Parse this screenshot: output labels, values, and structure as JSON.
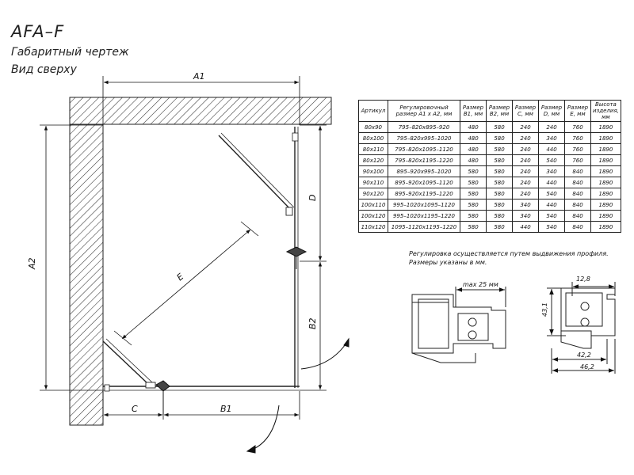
{
  "header": {
    "model": "AFA–F",
    "subtitle1": "Габаритный чертеж",
    "subtitle2": "Вид сверху"
  },
  "dimensions": {
    "a1": "A1",
    "a2": "A2",
    "b1": "B1",
    "b2": "B2",
    "c": "C",
    "d": "D",
    "e": "E"
  },
  "table": {
    "headers": [
      "Артикул",
      "Регулировочный размер A1 x A2, мм",
      "Размер B1, мм",
      "Размер B2, мм",
      "Размер C, мм",
      "Размер D, мм",
      "Размер E, мм",
      "Высота изделия, мм"
    ],
    "rows": [
      [
        "80x90",
        "795–820x895–920",
        "480",
        "580",
        "240",
        "240",
        "760",
        "1890"
      ],
      [
        "80x100",
        "795–820x995–1020",
        "480",
        "580",
        "240",
        "340",
        "760",
        "1890"
      ],
      [
        "80x110",
        "795–820x1095–1120",
        "480",
        "580",
        "240",
        "440",
        "760",
        "1890"
      ],
      [
        "80x120",
        "795–820x1195–1220",
        "480",
        "580",
        "240",
        "540",
        "760",
        "1890"
      ],
      [
        "90x100",
        "895–920x995–1020",
        "580",
        "580",
        "240",
        "340",
        "840",
        "1890"
      ],
      [
        "90x110",
        "895–920x1095–1120",
        "580",
        "580",
        "240",
        "440",
        "840",
        "1890"
      ],
      [
        "90x120",
        "895–920x1195–1220",
        "580",
        "580",
        "240",
        "540",
        "840",
        "1890"
      ],
      [
        "100x110",
        "995–1020x1095–1120",
        "580",
        "580",
        "340",
        "440",
        "840",
        "1890"
      ],
      [
        "100x120",
        "995–1020x1195–1220",
        "580",
        "580",
        "340",
        "540",
        "840",
        "1890"
      ],
      [
        "110x120",
        "1095–1120x1195–1220",
        "580",
        "580",
        "440",
        "540",
        "840",
        "1890"
      ]
    ]
  },
  "notes": {
    "line1": "Регулировка осуществляется путем выдвижения профиля.",
    "line2": "Размеры указаны в мм."
  },
  "profile": {
    "max_label": "max 25 мм",
    "dim_12_8": "12,8",
    "dim_43_1": "43,1",
    "dim_42_2": "42,2",
    "dim_46_2": "46,2"
  }
}
